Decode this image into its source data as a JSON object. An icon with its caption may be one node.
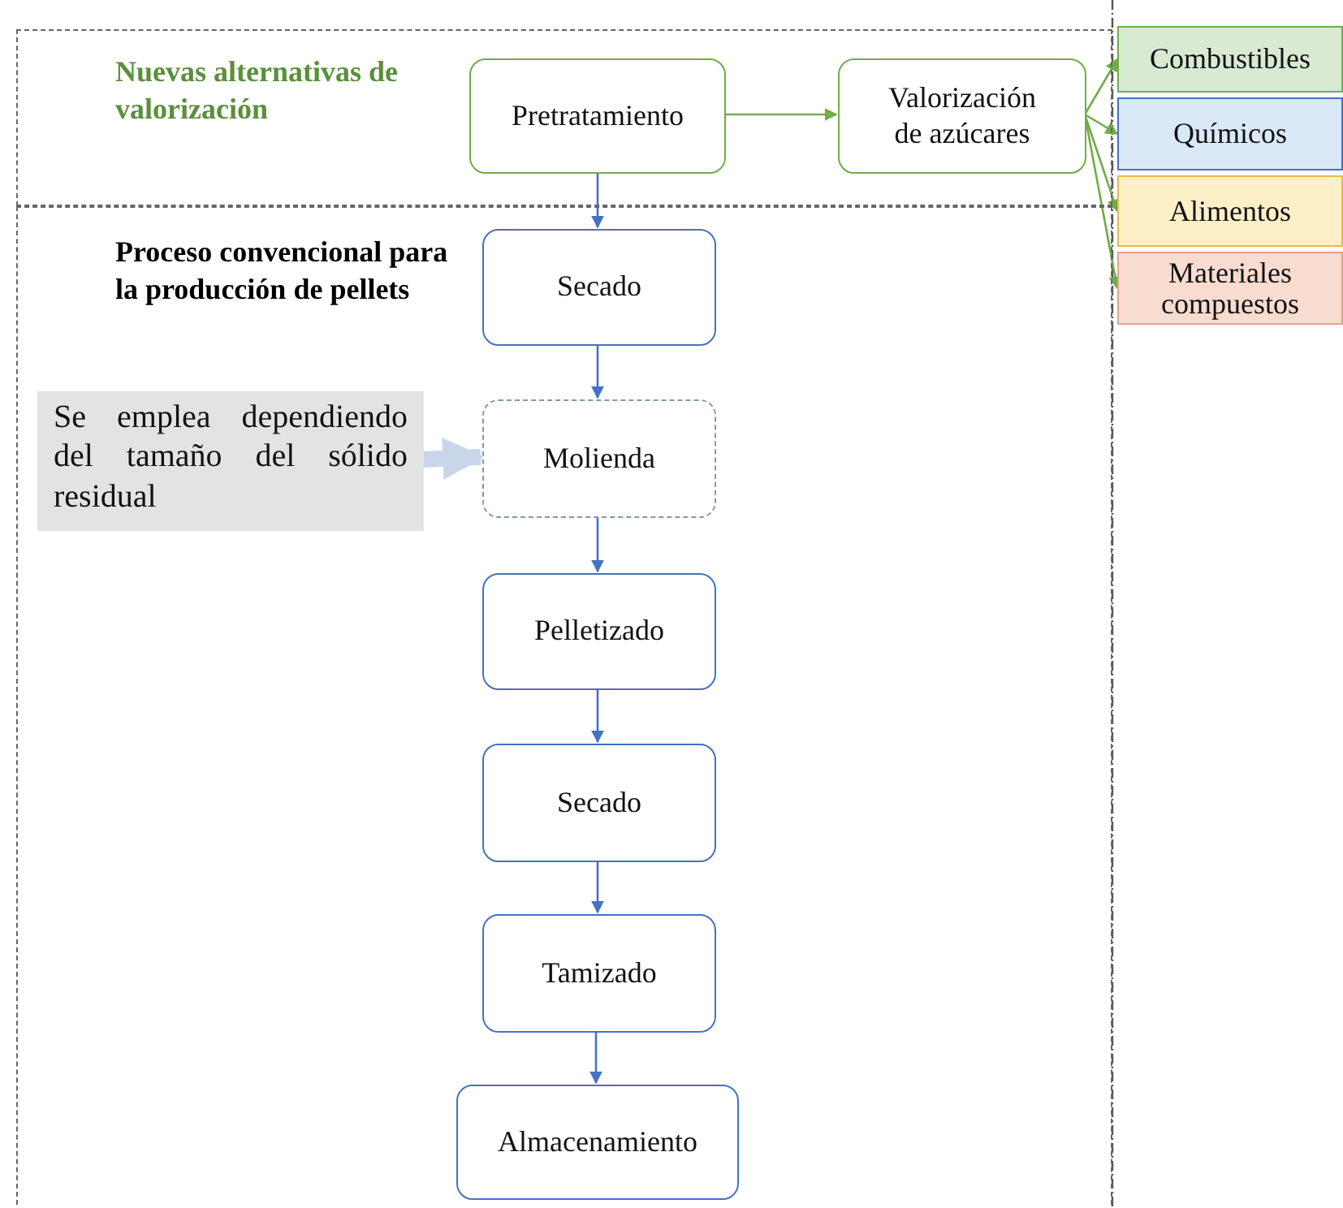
{
  "diagram": {
    "nodes": [
      {
        "text": [
          "Nuevas alternativas de valorización"
        ]
      },
      {
        "text": [
          "Pretratamiento"
        ],
        "in": 0
      },
      {
        "text": [
          "Valorización de azúcares"
        ],
        "in": 0
      },
      {
        "text": [
          "Proceso convencional para la producción de pellets"
        ]
      },
      {
        "text": [
          "Secado"
        ],
        "in": 3
      },
      {
        "text": [
          "Se emplea dependiendo del tamaño del sólido residual"
        ],
        "in": 3
      },
      {
        "text": [
          "Molienda"
        ],
        "in": 3
      },
      {
        "text": [
          "Pelletizado"
        ],
        "in": 3
      },
      {
        "text": [
          "Secado"
        ],
        "in": 3
      },
      {
        "text": [
          "Tamizado"
        ],
        "in": 3
      },
      {
        "text": [
          "Almacenamiento"
        ],
        "in": 3
      },
      {
        "text": [
          "Combustibles"
        ]
      },
      {
        "text": [
          "Químicos"
        ]
      },
      {
        "text": [
          "Alimentos"
        ]
      },
      {
        "text": [
          "Materiales compuestos"
        ]
      }
    ],
    "edges": [
      {
        "from": 1,
        "to": 2,
        "arrow": "to",
        "color": "#70ad47"
      },
      {
        "from": 2,
        "to": 11,
        "arrow": "to",
        "color": "#70ad47"
      },
      {
        "from": 2,
        "to": 12,
        "arrow": "to",
        "color": "#70ad47"
      },
      {
        "from": 2,
        "to": 13,
        "arrow": "to",
        "color": "#70ad47"
      },
      {
        "from": 2,
        "to": 14,
        "arrow": "to",
        "color": "#70ad47"
      },
      {
        "from": 1,
        "to": 4,
        "arrow": "to"
      },
      {
        "from": 4,
        "to": 6,
        "arrow": "to"
      },
      {
        "from": 5,
        "to": 6,
        "arrow": "to",
        "style": "thick",
        "color": "#c9d6ea"
      },
      {
        "from": 6,
        "to": 7,
        "arrow": "to"
      },
      {
        "from": 7,
        "to": 8,
        "arrow": "to"
      },
      {
        "from": 8,
        "to": 9,
        "arrow": "to"
      },
      {
        "from": 9,
        "to": 10,
        "arrow": "to"
      }
    ]
  }
}
